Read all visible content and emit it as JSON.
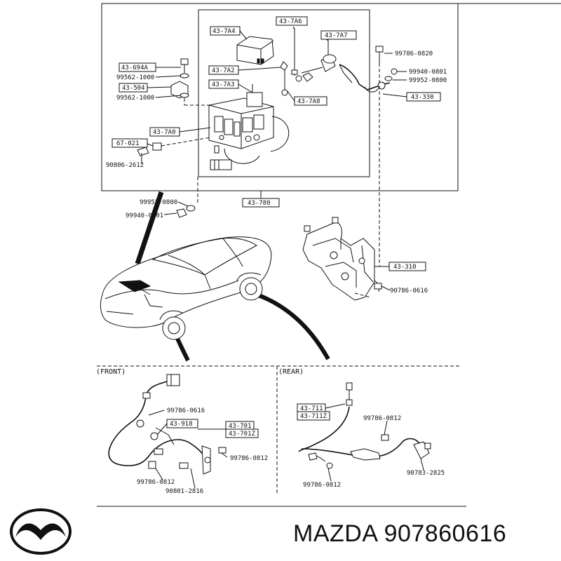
{
  "upper_assembly": {
    "callouts": {
      "c_43_7A4": "43-7A4",
      "c_43_7A6": "43-7A6",
      "c_43_7A7": "43-7A7",
      "c_43_694A": "43-694A",
      "c_99562_1000_a": "99562-1000",
      "c_43_504": "43-504",
      "c_99562_1000_b": "99562-1000",
      "c_43_7A2": "43-7A2",
      "c_43_7A3": "43-7A3",
      "c_43_7A8": "43-7A8",
      "c_43_7A0": "43-7A0",
      "c_67_021": "67-021",
      "c_90806_2612": "90806-2612",
      "c_99786_0820": "99786-0820",
      "c_99940_0801_r": "99940-0801",
      "c_99952_0800_r": "99952-0800",
      "c_43_330": "43-330",
      "c_99952_0800_l": "99952-0800",
      "c_99940_0801_l": "99940-0801",
      "c_43_780": "43-780",
      "c_43_310": "43-310",
      "c_90786_0616": "90786-0616"
    }
  },
  "front_section": {
    "heading": "(FRONT)",
    "callouts": {
      "c_99786_0616": "99786-0616",
      "c_43_918": "43-918",
      "c_43_701": "43-701",
      "c_43_701Z": "43-701Z",
      "c_99786_0812_r": "99786-0812",
      "c_99786_0812_l": "99786-0812",
      "c_90801_2816": "90801-2816"
    }
  },
  "rear_section": {
    "heading": "(REAR)",
    "callouts": {
      "c_43_711": "43-711",
      "c_43_711Z": "43-711Z",
      "c_99786_0812_a": "99786-0812",
      "c_99786_0812_b": "99786-0812",
      "c_90783_2825": "90783-2825"
    }
  },
  "footer": {
    "brand": "MAZDA",
    "part_number": "907860616",
    "logo_icon": "mazda-logo-icon"
  }
}
